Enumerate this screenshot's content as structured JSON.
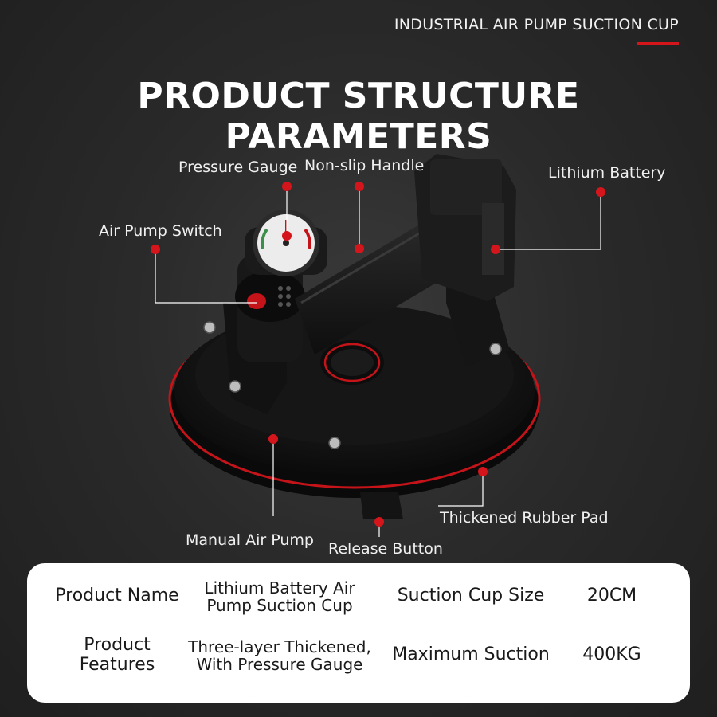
{
  "header": {
    "category_label": "INDUSTRIAL AIR PUMP SUCTION CUP",
    "title": "PRODUCT STRUCTURE PARAMETERS"
  },
  "callouts": {
    "pressure_gauge": "Pressure Gauge",
    "non_slip_handle": "Non-slip Handle",
    "lithium_battery": "Lithium Battery",
    "air_pump_switch": "Air Pump Switch",
    "manual_air_pump": "Manual Air Pump",
    "release_button": "Release Button",
    "thickened_rubber_pad": "Thickened Rubber Pad"
  },
  "specs": {
    "row1": {
      "label_a": "Product Name",
      "value_a_line1": "Lithium Battery Air",
      "value_a_line2": "Pump Suction Cup",
      "label_b": "Suction Cup Size",
      "value_b": "20CM"
    },
    "row2": {
      "label_a": "Product Features",
      "value_a_line1": "Three-layer Thickened,",
      "value_a_line2": "With Pressure Gauge",
      "label_b": "Maximum Suction",
      "value_b": "400KG"
    }
  },
  "colors": {
    "accent_red": "#d4161c",
    "background": "#2a2a2a",
    "product_body": "#161616"
  }
}
